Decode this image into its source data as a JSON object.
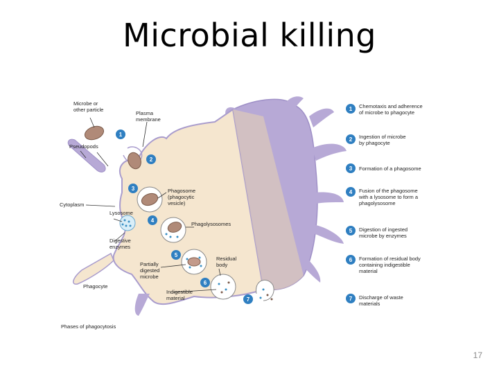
{
  "slide": {
    "title": "Microbial killing",
    "page_number": "17"
  },
  "diagram": {
    "labels": {
      "microbe": [
        "Microbe or",
        "other particle"
      ],
      "plasma_membrane": [
        "Plasma",
        "membrane"
      ],
      "pseudopods": "Pseudopods",
      "cytoplasm": "Cytoplasm",
      "phagosome": [
        "Phagosome",
        "(phagocytic",
        "vesicle)"
      ],
      "lysosome": "Lysosome",
      "phagolysosomes": "Phagolysosomes",
      "digestive_enzymes": [
        "Digestive",
        "enzymes"
      ],
      "partially_digested": [
        "Partially",
        "digested",
        "microbe"
      ],
      "residual_body": [
        "Residual",
        "body"
      ],
      "indigestible": [
        "Indigestible",
        "material"
      ],
      "phagocyte": "Phagocyte",
      "caption": "Phases of phagocytosis"
    },
    "steps": [
      {
        "number": "1",
        "lines": [
          "Chemotaxis and adherence",
          "of microbe to phagocyte"
        ]
      },
      {
        "number": "2",
        "lines": [
          "Ingestion of microbe",
          "by phagocyte"
        ]
      },
      {
        "number": "3",
        "lines": [
          "Formation of a phagosome"
        ]
      },
      {
        "number": "4",
        "lines": [
          "Fusion of the phagosome",
          "with a lysosome to form a",
          "phagolysosome"
        ]
      },
      {
        "number": "5",
        "lines": [
          "Digestion of ingested",
          "microbe by enzymes"
        ]
      },
      {
        "number": "6",
        "lines": [
          "Formation of residual body",
          "containing indigestible",
          "material"
        ]
      },
      {
        "number": "7",
        "lines": [
          "Discharge of waste",
          "materials"
        ]
      }
    ],
    "colors": {
      "cell_purple": "#b7a9d6",
      "cell_purple_dark": "#8f7fbf",
      "cytoplasm": "#f5e6cf",
      "cut_face": "#e9d3b3",
      "microbe": "#b08a78",
      "step_badge": "#2f7fc1",
      "lysosome_dots": "#3a8fc4"
    }
  }
}
